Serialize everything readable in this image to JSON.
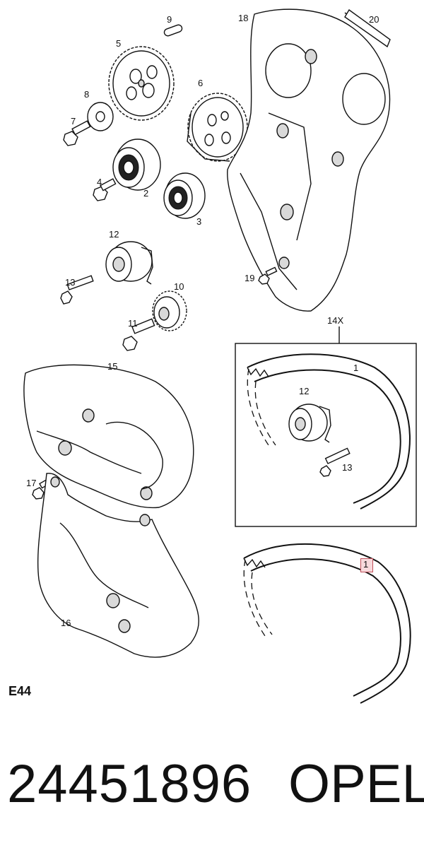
{
  "diagram": {
    "code": "E44",
    "part_number": "24451896",
    "brand": "OPEL",
    "kit_label": "14X",
    "highlighted_callout": "1",
    "callouts": {
      "c1_kit": "1",
      "c2": "2",
      "c3": "3",
      "c4": "4",
      "c5": "5",
      "c6": "6",
      "c7": "7",
      "c8": "8",
      "c9": "9",
      "c10": "10",
      "c11": "11",
      "c12": "12",
      "c12_kit": "12",
      "c13": "13",
      "c13_kit": "13",
      "c15": "15",
      "c16": "16",
      "c17": "17",
      "c18": "18",
      "c19": "19",
      "c20": "20"
    }
  }
}
